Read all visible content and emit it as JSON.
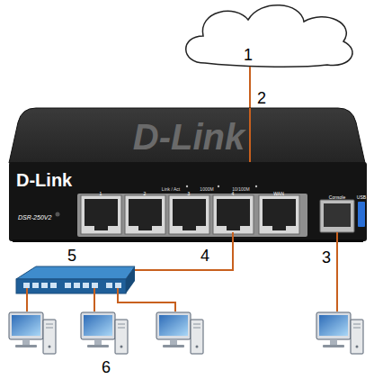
{
  "diagram": {
    "nodes": [
      {
        "text": [
          "D-Link",
          "DSR-250V2"
        ]
      }
    ],
    "labels": [
      "1",
      "2",
      "3",
      "4",
      "5",
      "6",
      "D-Link",
      "Link / Act",
      "1000M",
      "10/100M",
      "1",
      "2",
      "3",
      "4",
      "WAN",
      "Console",
      "USB"
    ]
  }
}
